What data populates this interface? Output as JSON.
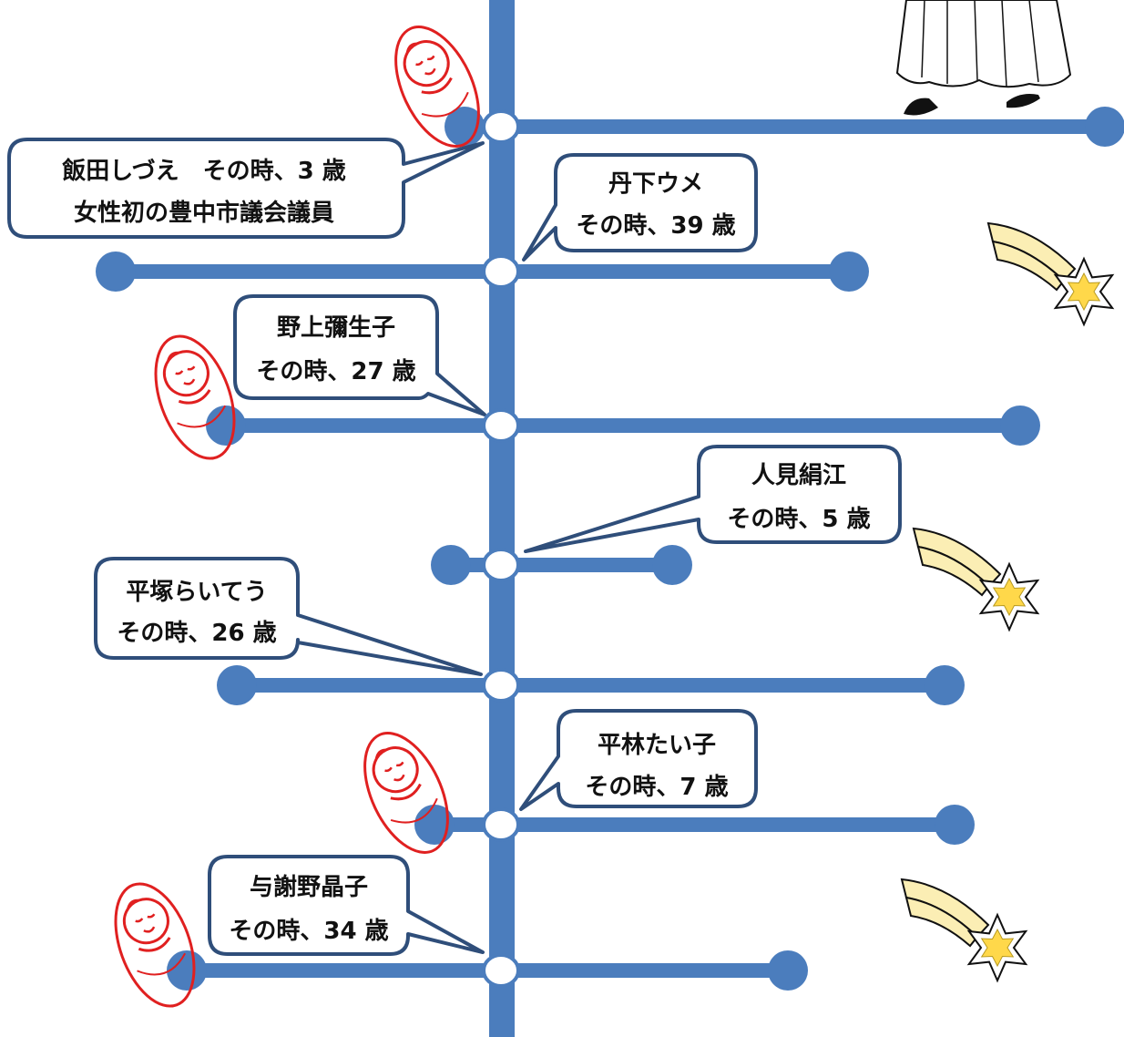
{
  "colors": {
    "line": "#4b7dbd",
    "callout_border": "#2f4e7a",
    "baby": "#e02020",
    "star_fill": "#ffd84a",
    "trail_fill": "#fbeeb4"
  },
  "entries": [
    {
      "name": "飯田しづえ　その時、3 歳",
      "line2": "女性初の豊中市議会議員",
      "has_baby": true
    },
    {
      "name": "丹下ウメ",
      "line2": "その時、39 歳",
      "has_baby": false
    },
    {
      "name": "野上彌生子",
      "line2": "その時、27 歳",
      "has_baby": true
    },
    {
      "name": "人見絹江",
      "line2": "その時、5 歳",
      "has_baby": false
    },
    {
      "name": "平塚らいてう",
      "line2": "その時、26 歳",
      "has_baby": false
    },
    {
      "name": "平林たい子",
      "line2": "その時、7 歳",
      "has_baby": true
    },
    {
      "name": "与謝野晶子",
      "line2": "その時、34 歳",
      "has_baby": true
    }
  ],
  "decorations": {
    "shooting_star_icon": "shooting-star-icon",
    "baby_icon": "swaddled-baby-icon",
    "figure": "figure-skirt-hem"
  }
}
